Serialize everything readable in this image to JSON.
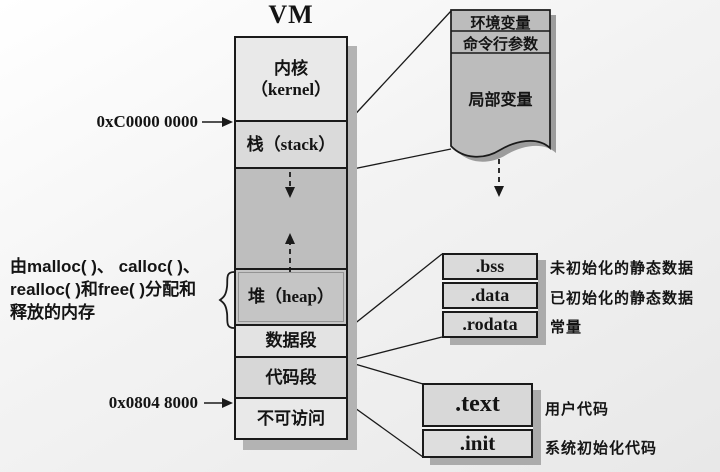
{
  "title": "VM",
  "memory_map": {
    "segments": [
      {
        "id": "kernel",
        "label": "内核",
        "sublabel": "（kernel）"
      },
      {
        "id": "stack",
        "label": "栈（stack）"
      },
      {
        "id": "growth-gap",
        "label": ""
      },
      {
        "id": "heap",
        "label": "堆（heap）"
      },
      {
        "id": "data-segment",
        "label": "数据段"
      },
      {
        "id": "code-segment",
        "label": "代码段"
      },
      {
        "id": "inaccessible",
        "label": "不可访问"
      }
    ]
  },
  "annotations": {
    "upper_address": "0xC0000 0000",
    "lower_address": "0x0804 8000",
    "heap_note": "由malloc( )、 calloc( )、\nrealloc( )和free( )分配和\n释放的内存"
  },
  "stack_detail": {
    "rows": [
      "环境变量",
      "命令行参数",
      "局部变量"
    ]
  },
  "data_detail": {
    "rows": [
      {
        "name": ".bss",
        "desc": "未初始化的静态数据"
      },
      {
        "name": ".data",
        "desc": "已初始化的静态数据"
      },
      {
        "name": ".rodata",
        "desc": "常量"
      }
    ]
  },
  "code_detail": {
    "rows": [
      {
        "name": ".text",
        "desc": "用户代码"
      },
      {
        "name": ".init",
        "desc": "系统初始化代码"
      }
    ]
  },
  "colors": {
    "border": "#1a1a1a",
    "shadow": "#b3b3b3",
    "column_gap_fill": "#bebebe",
    "wave_box_fill": "#bcbcbc",
    "cell_fill": "#dadada"
  }
}
